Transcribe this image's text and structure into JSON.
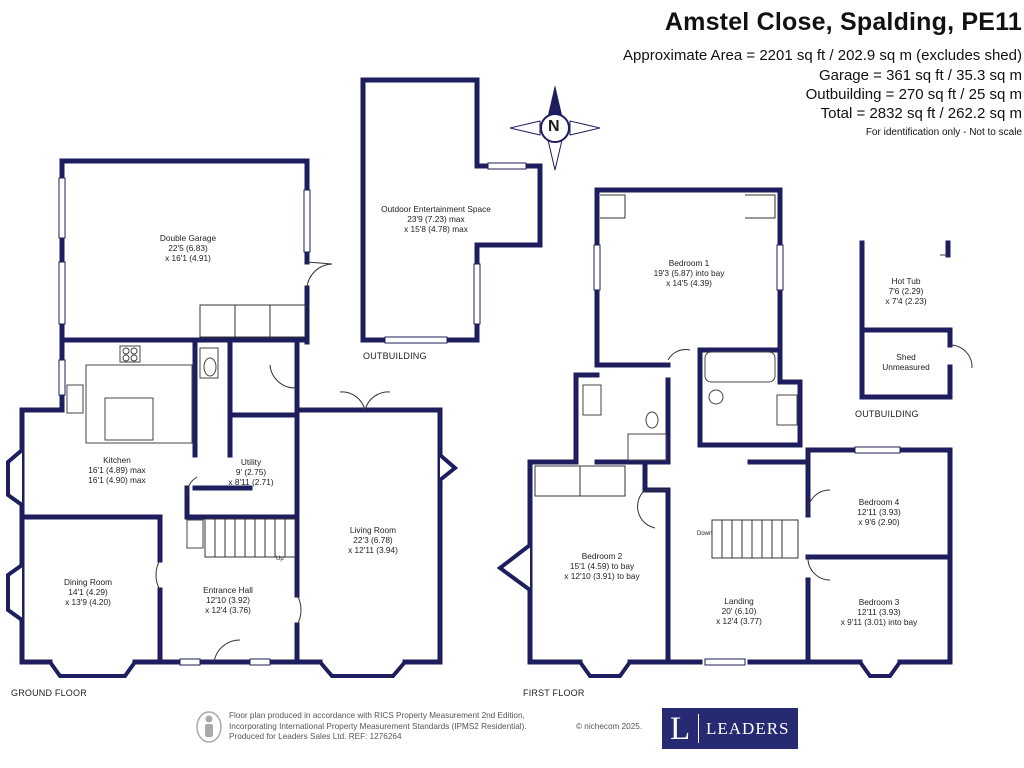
{
  "header": {
    "title": "Amstel Close, Spalding, PE11",
    "approx_area": "Approximate Area = 2201 sq ft / 202.9 sq m (excludes shed)",
    "garage": "Garage = 361 sq ft / 35.3 sq m",
    "outbuilding": "Outbuilding = 270 sq ft / 25 sq m",
    "total": "Total = 2832 sq ft / 262.2 sq m",
    "note": "For identification only - Not to scale"
  },
  "compass": {
    "label": "N"
  },
  "floors": {
    "ground": "GROUND FLOOR",
    "first": "FIRST FLOOR",
    "outbuilding_1": "OUTBUILDING",
    "outbuilding_2": "OUTBUILDING"
  },
  "rooms": {
    "double_garage": {
      "name": "Double Garage",
      "dim1": "22'5 (6.83)",
      "dim2": "x 16'1 (4.91)"
    },
    "outdoor": {
      "name": "Outdoor Entertainment Space",
      "dim1": "23'9 (7.23) max",
      "dim2": "x 15'8 (4.78) max"
    },
    "kitchen": {
      "name": "Kitchen",
      "dim1": "16'1 (4.89) max",
      "dim2": "16'1 (4.90) max"
    },
    "utility": {
      "name": "Utility",
      "dim1": "9' (2.75)",
      "dim2": "x 8'11 (2.71)"
    },
    "living": {
      "name": "Living Room",
      "dim1": "22'3 (6.78)",
      "dim2": "x 12'11 (3.94)"
    },
    "dining": {
      "name": "Dining Room",
      "dim1": "14'1 (4.29)",
      "dim2": "x 13'9 (4.20)"
    },
    "entrance": {
      "name": "Entrance Hall",
      "dim1": "12'10 (3.92)",
      "dim2": "x 12'4 (3.76)"
    },
    "bedroom1": {
      "name": "Bedroom 1",
      "dim1": "19'3 (5.87) into bay",
      "dim2": "x 14'5 (4.39)"
    },
    "bedroom2": {
      "name": "Bedroom 2",
      "dim1": "15'1 (4.59) to bay",
      "dim2": "x 12'10 (3.91) to bay"
    },
    "landing": {
      "name": "Landing",
      "dim1": "20' (6.10)",
      "dim2": "x 12'4 (3.77)"
    },
    "bedroom4": {
      "name": "Bedroom 4",
      "dim1": "12'11 (3.93)",
      "dim2": "x 9'6 (2.90)"
    },
    "bedroom3": {
      "name": "Bedroom 3",
      "dim1": "12'11 (3.93)",
      "dim2": "x 9'11 (3.01) into bay"
    },
    "hot_tub": {
      "name": "Hot Tub",
      "dim1": "7'6 (2.29)",
      "dim2": "x 7'4 (2.23)"
    },
    "shed": {
      "name": "Shed",
      "dim1": "Unmeasured"
    }
  },
  "stairs": {
    "up": "Up",
    "down": "Down"
  },
  "footer": {
    "line1": "Floor plan produced in accordance with RICS Property Measurement 2nd Edition,",
    "line2": "Incorporating International Property Measurement Standards (IPMS2 Residential).",
    "line3": "Produced for Leaders Sales Ltd.   REF: 1276264",
    "copyright": "© nichecom 2025.",
    "logo_letter": "L",
    "logo_name": "LEADERS"
  },
  "colors": {
    "wall": "#1e1e5e",
    "logo_bg": "#262a73"
  }
}
